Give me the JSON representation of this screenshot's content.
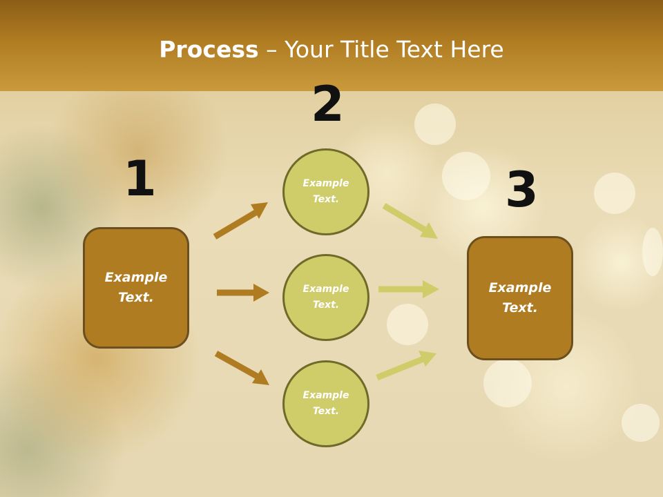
{
  "slide": {
    "title_bold": "Process",
    "title_rest": " – Your Title Text Here"
  },
  "diagram": {
    "steps": [
      {
        "number": "1",
        "label_line1": "Example",
        "label_line2": "Text."
      },
      {
        "number": "2",
        "items": [
          {
            "label_line1": "Example",
            "label_line2": "Text."
          },
          {
            "label_line1": "Example",
            "label_line2": "Text."
          },
          {
            "label_line1": "Example",
            "label_line2": "Text."
          }
        ]
      },
      {
        "number": "3",
        "label_line1": "Example",
        "label_line2": "Text."
      }
    ],
    "colors": {
      "box_fill": "#b07c22",
      "box_border": "#6b4f1e",
      "circle_fill": "#cfcc6a",
      "circle_border": "#6f6a2a",
      "arrow_in": "#b07c22",
      "arrow_out": "#cfcc6a",
      "title_band": "#b07c22"
    }
  }
}
